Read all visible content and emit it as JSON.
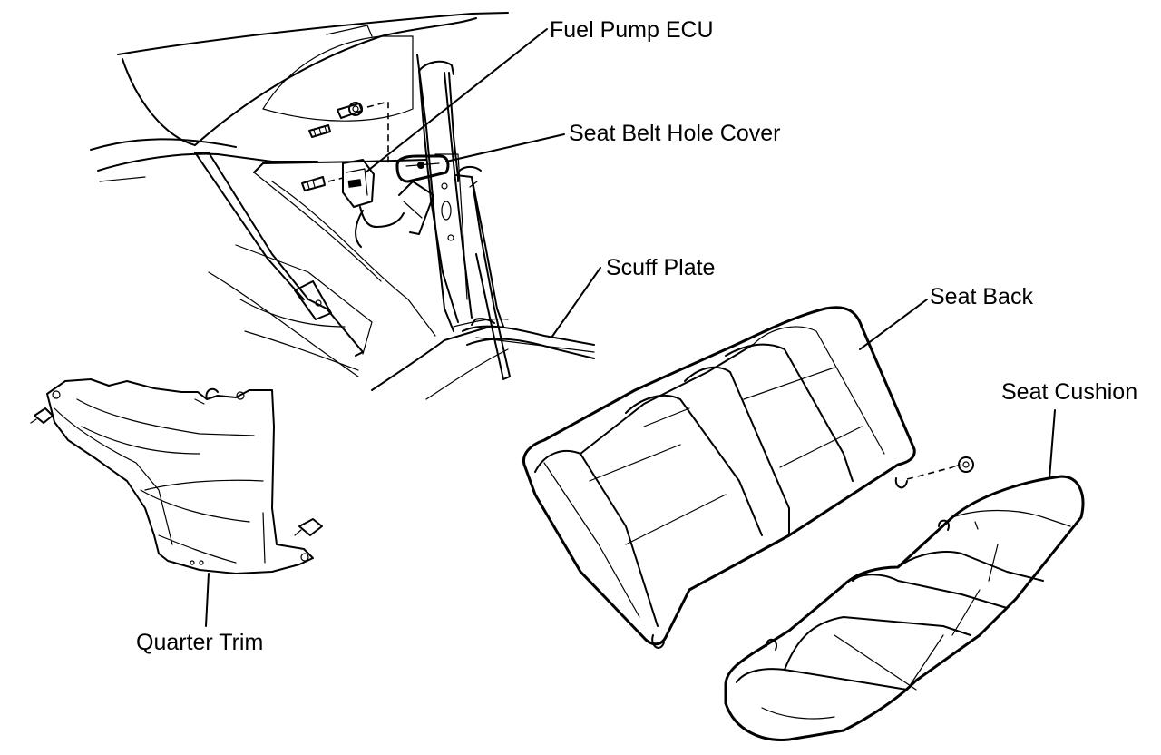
{
  "diagram": {
    "labels": {
      "fuel_pump_ecu": "Fuel Pump ECU",
      "seat_belt_hole_cover": "Seat Belt Hole Cover",
      "scuff_plate": "Scuff Plate",
      "seat_back": "Seat Back",
      "seat_cushion": "Seat Cushion",
      "quarter_trim": "Quarter Trim"
    }
  }
}
